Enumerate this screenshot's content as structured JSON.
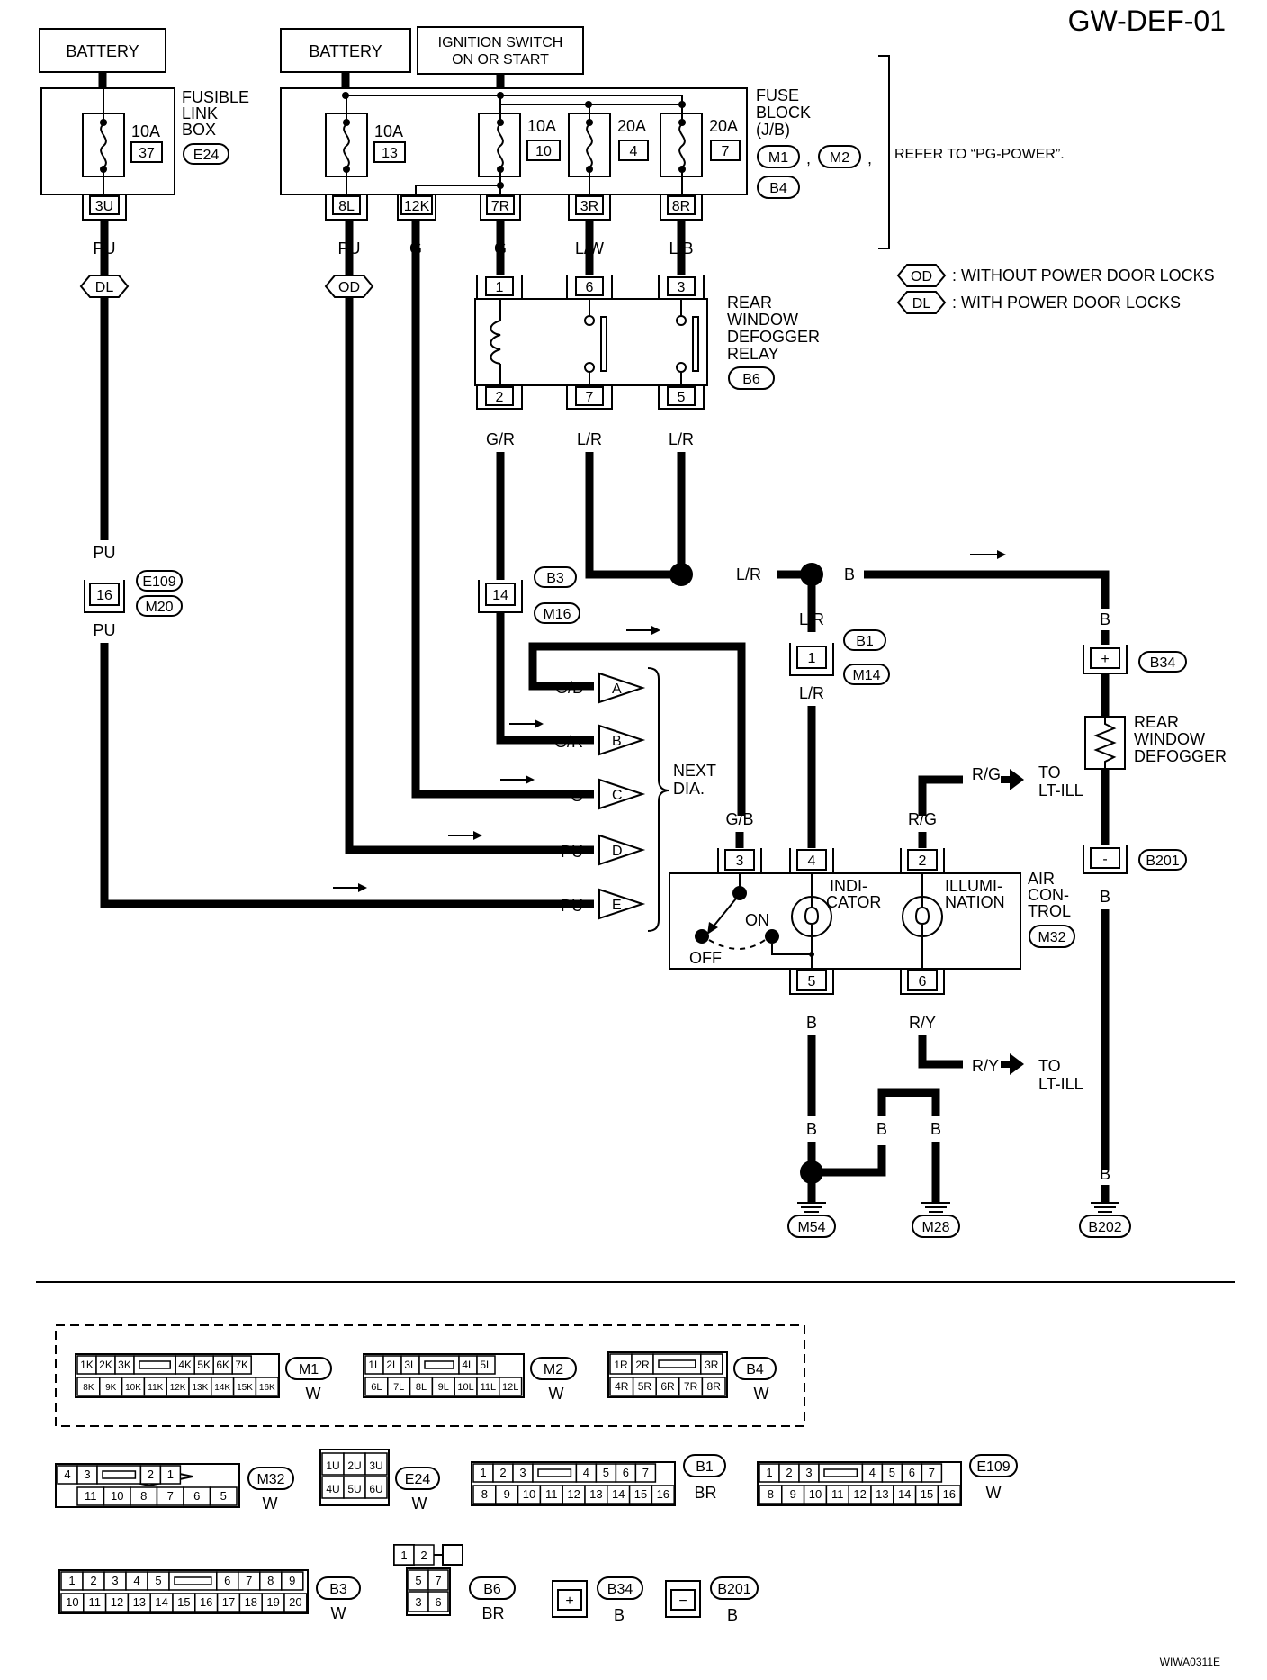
{
  "page_id": "GW-DEF-01",
  "figure_code": "WIWA0311E",
  "sources": {
    "battery_left": "BATTERY",
    "battery_right": "BATTERY",
    "ignition_line1": "IGNITION SWITCH",
    "ignition_line2": "ON OR START"
  },
  "fusible_link_box": {
    "label_lines": [
      "FUSIBLE",
      "LINK",
      "BOX"
    ],
    "connector": "E24",
    "fuse_rating": "10A",
    "fuse_number": "37",
    "terminal": "3U"
  },
  "fuse_block": {
    "label_lines": [
      "FUSE",
      "BLOCK",
      "(J/B)"
    ],
    "connectors": [
      "M1",
      "M2",
      "B4"
    ],
    "fuses": [
      {
        "rating": "10A",
        "number": "13",
        "terminal": "8L",
        "wire": "PU"
      },
      {
        "rating": "10A",
        "number": "10",
        "terminal": "7R",
        "wire": "G"
      },
      {
        "rating": "20A",
        "number": "4",
        "terminal": "3R",
        "wire": "L/W"
      },
      {
        "rating": "20A",
        "number": "7",
        "terminal": "8R",
        "wire": "L/B"
      }
    ],
    "extra_terminal": {
      "terminal": "12K",
      "wire": "G"
    },
    "refer_note": "REFER TO “PG-POWER”."
  },
  "legend": [
    {
      "code": "OD",
      "text": ": WITHOUT POWER DOOR LOCKS"
    },
    {
      "code": "DL",
      "text": ": WITH POWER DOOR LOCKS"
    }
  ],
  "relay": {
    "label_lines": [
      "REAR",
      "WINDOW",
      "DEFOGGER",
      "RELAY"
    ],
    "connector": "B6",
    "top_pins": [
      "1",
      "6",
      "3"
    ],
    "bottom_pins": [
      "2",
      "7",
      "5"
    ]
  },
  "wires": {
    "w_fl_out": "PU",
    "w_pu_lower1": "PU",
    "w_pu_lower2": "PU",
    "w_gr": "G/R",
    "w_lr1": "L/R",
    "w_lr2": "L/R",
    "w_junction_lr": "L/R",
    "w_junction_b": "B",
    "w_lr_down": "L/R",
    "w_lr_down2": "L/R",
    "w_b_right": "B",
    "w_gb": "G/B",
    "w_rg": "R/G",
    "w_ry": "R/Y",
    "w_b5": "B",
    "w_b_g1": "B",
    "w_b_g2": "B",
    "w_b_g3": "B",
    "w_b_right2": "B",
    "w_b_right3": "B"
  },
  "inline_connectors": {
    "e109": {
      "pin": "16",
      "ids": [
        "E109",
        "M20"
      ]
    },
    "b3": {
      "pin": "14",
      "ids": [
        "B3",
        "M16"
      ]
    },
    "b1": {
      "pin": "1",
      "ids": [
        "B1",
        "M14"
      ]
    }
  },
  "next_dia": {
    "label_lines": [
      "NEXT",
      "DIA."
    ],
    "items": [
      {
        "letter": "A",
        "wire": "G/B"
      },
      {
        "letter": "B",
        "wire": "G/R"
      },
      {
        "letter": "C",
        "wire": "G"
      },
      {
        "letter": "D",
        "wire": "PU"
      },
      {
        "letter": "E",
        "wire": "PU"
      }
    ]
  },
  "defogger": {
    "label_lines": [
      "REAR",
      "WINDOW",
      "DEFOGGER"
    ],
    "plus_pin": "+",
    "minus_pin": "-",
    "plus_conn": "B34",
    "minus_conn": "B201"
  },
  "air_control": {
    "label_lines": [
      "AIR",
      "CON-",
      "TROL"
    ],
    "connector": "M32",
    "pins_top": [
      "3",
      "4",
      "2"
    ],
    "pins_bottom": [
      "5",
      "6"
    ],
    "indicator_lines": [
      "INDI-",
      "CATOR"
    ],
    "illumination_lines": [
      "ILLUMI-",
      "NATION"
    ],
    "on_label": "ON",
    "off_label": "OFF"
  },
  "to_lt_ill": {
    "line1": "TO",
    "line2": "LT-ILL"
  },
  "grounds": [
    "M54",
    "M28",
    "B202"
  ],
  "connector_views": {
    "m1": {
      "id": "M1",
      "color": "W",
      "row1": [
        "1K",
        "2K",
        "3K",
        "",
        "4K",
        "5K",
        "6K",
        "7K"
      ],
      "row2": [
        "8K",
        "9K",
        "10K",
        "11K",
        "12K",
        "13K",
        "14K",
        "15K",
        "16K"
      ]
    },
    "m2": {
      "id": "M2",
      "color": "W",
      "row1": [
        "1L",
        "2L",
        "3L",
        "",
        "4L",
        "5L"
      ],
      "row2": [
        "6L",
        "7L",
        "8L",
        "9L",
        "10L",
        "11L",
        "12L"
      ]
    },
    "b4": {
      "id": "B4",
      "color": "W",
      "row1": [
        "1R",
        "2R",
        "",
        "3R"
      ],
      "row2": [
        "4R",
        "5R",
        "6R",
        "7R",
        "8R"
      ]
    },
    "m32": {
      "id": "M32",
      "color": "W",
      "row1": [
        "4",
        "3",
        "",
        "2",
        "1"
      ],
      "row2": [
        "11",
        "10",
        "8",
        "7",
        "6",
        "5"
      ]
    },
    "e24": {
      "id": "E24",
      "color": "W",
      "row1": [
        "1U",
        "2U",
        "3U"
      ],
      "row2": [
        "4U",
        "5U",
        "6U"
      ]
    },
    "b1": {
      "id": "B1",
      "color": "BR",
      "row1": [
        "1",
        "2",
        "3",
        "",
        "4",
        "5",
        "6",
        "7"
      ],
      "row2": [
        "8",
        "9",
        "10",
        "11",
        "12",
        "13",
        "14",
        "15",
        "16"
      ]
    },
    "e109": {
      "id": "E109",
      "color": "W",
      "row1": [
        "1",
        "2",
        "3",
        "",
        "4",
        "5",
        "6",
        "7"
      ],
      "row2": [
        "8",
        "9",
        "10",
        "11",
        "12",
        "13",
        "14",
        "15",
        "16"
      ]
    },
    "b3": {
      "id": "B3",
      "color": "W",
      "row1": [
        "1",
        "2",
        "3",
        "4",
        "5",
        "",
        "6",
        "7",
        "8",
        "9"
      ],
      "row2": [
        "10",
        "11",
        "12",
        "13",
        "14",
        "15",
        "16",
        "17",
        "18",
        "19",
        "20"
      ]
    },
    "b6": {
      "id": "B6",
      "color": "BR",
      "row1": [
        "1",
        "2"
      ],
      "row2": [
        "5",
        "7"
      ],
      "row3": [
        "3",
        "6"
      ]
    },
    "b34": {
      "id": "B34",
      "color": "B",
      "pin": "+"
    },
    "b201": {
      "id": "B201",
      "color": "B",
      "pin": "−"
    }
  }
}
